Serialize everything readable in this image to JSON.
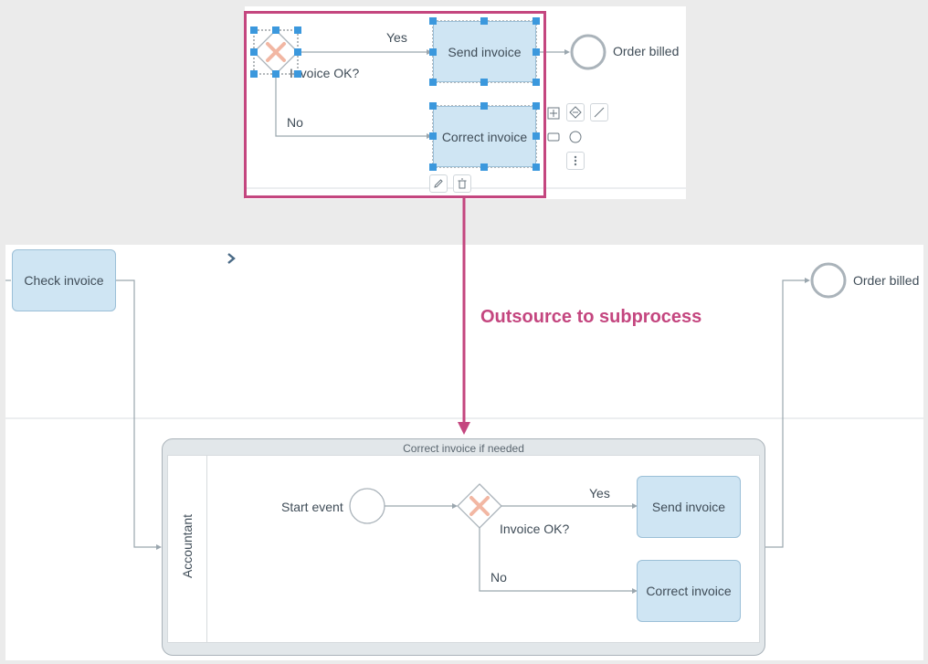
{
  "top": {
    "gateway_label": "Invoice OK?",
    "yes": "Yes",
    "no": "No",
    "send_invoice": "Send invoice",
    "correct_invoice": "Correct invoice",
    "order_billed": "Order billed"
  },
  "transition_label": "Outsource to subprocess",
  "bottom": {
    "check_invoice": "Check invoice",
    "order_billed": "Order billed",
    "subprocess_title": "Correct invoice if needed",
    "lane": "Accountant",
    "start_event": "Start event",
    "gateway_label": "Invoice OK?",
    "yes": "Yes",
    "no": "No",
    "send_invoice": "Send invoice",
    "correct_invoice": "Correct invoice"
  },
  "colors": {
    "accent": "#c4467f",
    "task_fill": "#cfe5f3",
    "handle": "#3b98dd",
    "gateway_x": "#f2b7a3"
  },
  "icons": [
    "pencil-icon",
    "trash-icon",
    "chevron-right-icon",
    "gateway-x-icon"
  ]
}
